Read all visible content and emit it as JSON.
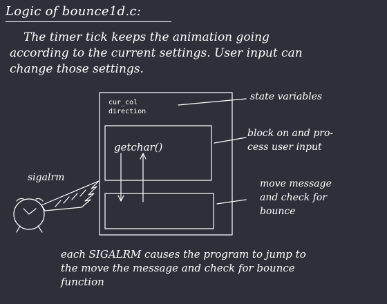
{
  "title": "Logic of bounce1d.c:",
  "intro": {
    "line1": "The timer tick keeps the animation going",
    "line2": "according to the current settings.  User input can",
    "line3": "change those settings."
  },
  "labels": {
    "state_variables": "state variables",
    "block_line1": "block on and pro-",
    "block_line2": "cess user input",
    "move_line1": "move  message",
    "move_line2": "and check for",
    "move_line3": "bounce",
    "sigalrm": "sigalrm",
    "getchar": "getchar()"
  },
  "variables": [
    "cur_col",
    "direction"
  ],
  "footer": {
    "line1": "each SIGALRM causes the program to jump to",
    "line2": "the move the message and check for bounce",
    "line3": "function"
  }
}
